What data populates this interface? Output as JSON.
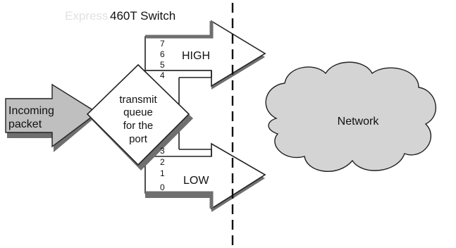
{
  "title": {
    "faint": "Express",
    "main": "460T  Switch"
  },
  "incoming": {
    "line1": "Incoming",
    "line2": "packet"
  },
  "queue": {
    "line1": "transmit",
    "line2": "queue",
    "line3": "for the",
    "line4": "port"
  },
  "high": {
    "label": "HIGH",
    "priorities": [
      "7",
      "6",
      "5",
      "4"
    ]
  },
  "low": {
    "label": "LOW",
    "priorities": [
      "3",
      "2",
      "1",
      "0"
    ]
  },
  "network": {
    "label": "Network"
  },
  "colors": {
    "arrow_fill": "#bfbfbf",
    "cloud_fill": "#d4d4d4",
    "shadow": "#6f6f6f",
    "stroke": "#222222",
    "background": "#ffffff"
  }
}
